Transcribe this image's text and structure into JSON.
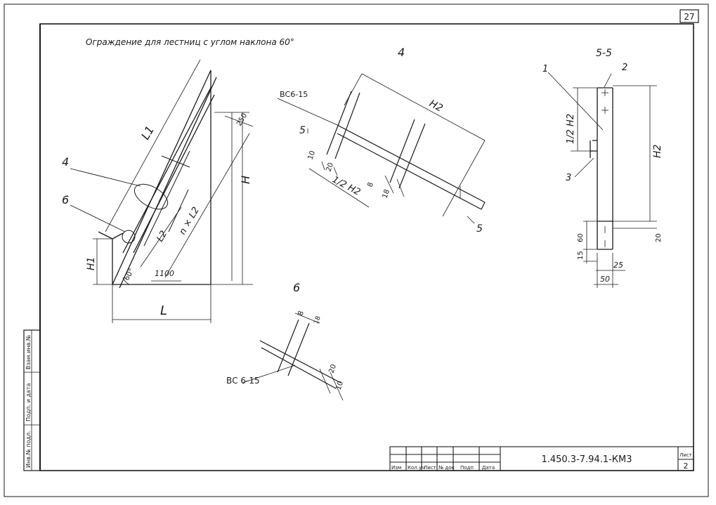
{
  "sheet": {
    "page_number": "27",
    "title": "Ограждение для лестниц с углом наклона 60°",
    "document_code": "1.450.3-7.94.1-КМ3",
    "sheet_label": "Лист",
    "sheet_number": "2",
    "title_block_columns": [
      "Изм",
      "Кол.уч",
      "Лист",
      "№ док",
      "Подп",
      "Дата"
    ],
    "side_stamp_labels": [
      "Инв.№ подл.",
      "Подп. и дата",
      "Взам.инв.№"
    ]
  },
  "view_main": {
    "dim_L1": "L1",
    "dim_H": "H",
    "dim_L": "L",
    "dim_H1": "H1",
    "dim_250": "250",
    "dim_L2": "L2",
    "dim_nL2": "n × L2",
    "dim_1100": "1100",
    "angle": "60°",
    "callout_4": "4",
    "callout_6": "6"
  },
  "view_4": {
    "title": "4",
    "weld_label": "ВС6-15",
    "section_mark_top": "5",
    "section_mark_bottom": "5",
    "dim_H2": "H2",
    "dim_half_H2": "1/2 H2",
    "dim_10": "10",
    "dim_20": "20",
    "dim_8": "8",
    "dim_18": "18"
  },
  "view_6": {
    "title": "6",
    "weld_label": "ВС 6-15",
    "dim_8": "8",
    "dim_18": "18",
    "dim_20": "20",
    "dim_10": "10"
  },
  "section_55": {
    "title": "5-5",
    "pos_1": "1",
    "pos_2": "2",
    "pos_3": "3",
    "dim_half_H2": "1/2 H2",
    "dim_H2": "H2",
    "dim_60": "60",
    "dim_15": "15",
    "dim_20": "20",
    "dim_25": "25",
    "dim_50": "50"
  }
}
